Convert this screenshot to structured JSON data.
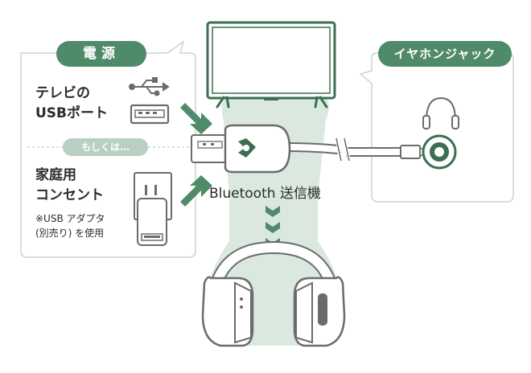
{
  "power_panel": {
    "title": "電源",
    "tv_usb_line1": "テレビの",
    "tv_usb_line2": "USBポート",
    "or_label": "もしくは…",
    "outlet_line1": "家庭用",
    "outlet_line2": "コンセント",
    "adapter_note_line1": "※USB アダプタ",
    "adapter_note_line2": "(別売り) を使用"
  },
  "jack_panel": {
    "title": "イヤホンジャック"
  },
  "transmitter_label": "Bluetooth 送信機",
  "colors": {
    "accent": "#4f8a69",
    "accent_dark": "#3c6f52",
    "pale_green": "#dbe8df",
    "panel_border": "#c7d5cc",
    "pill_light": "#b9cfc1"
  },
  "icons": [
    "tv-icon",
    "usb-symbol-icon",
    "usb-port-icon",
    "wall-outlet-icon",
    "usb-adapter-icon",
    "earphone-icon",
    "audio-jack-icon",
    "bluetooth-transmitter-icon",
    "headphones-icon",
    "arrow-icon",
    "chevron-down-icon"
  ]
}
